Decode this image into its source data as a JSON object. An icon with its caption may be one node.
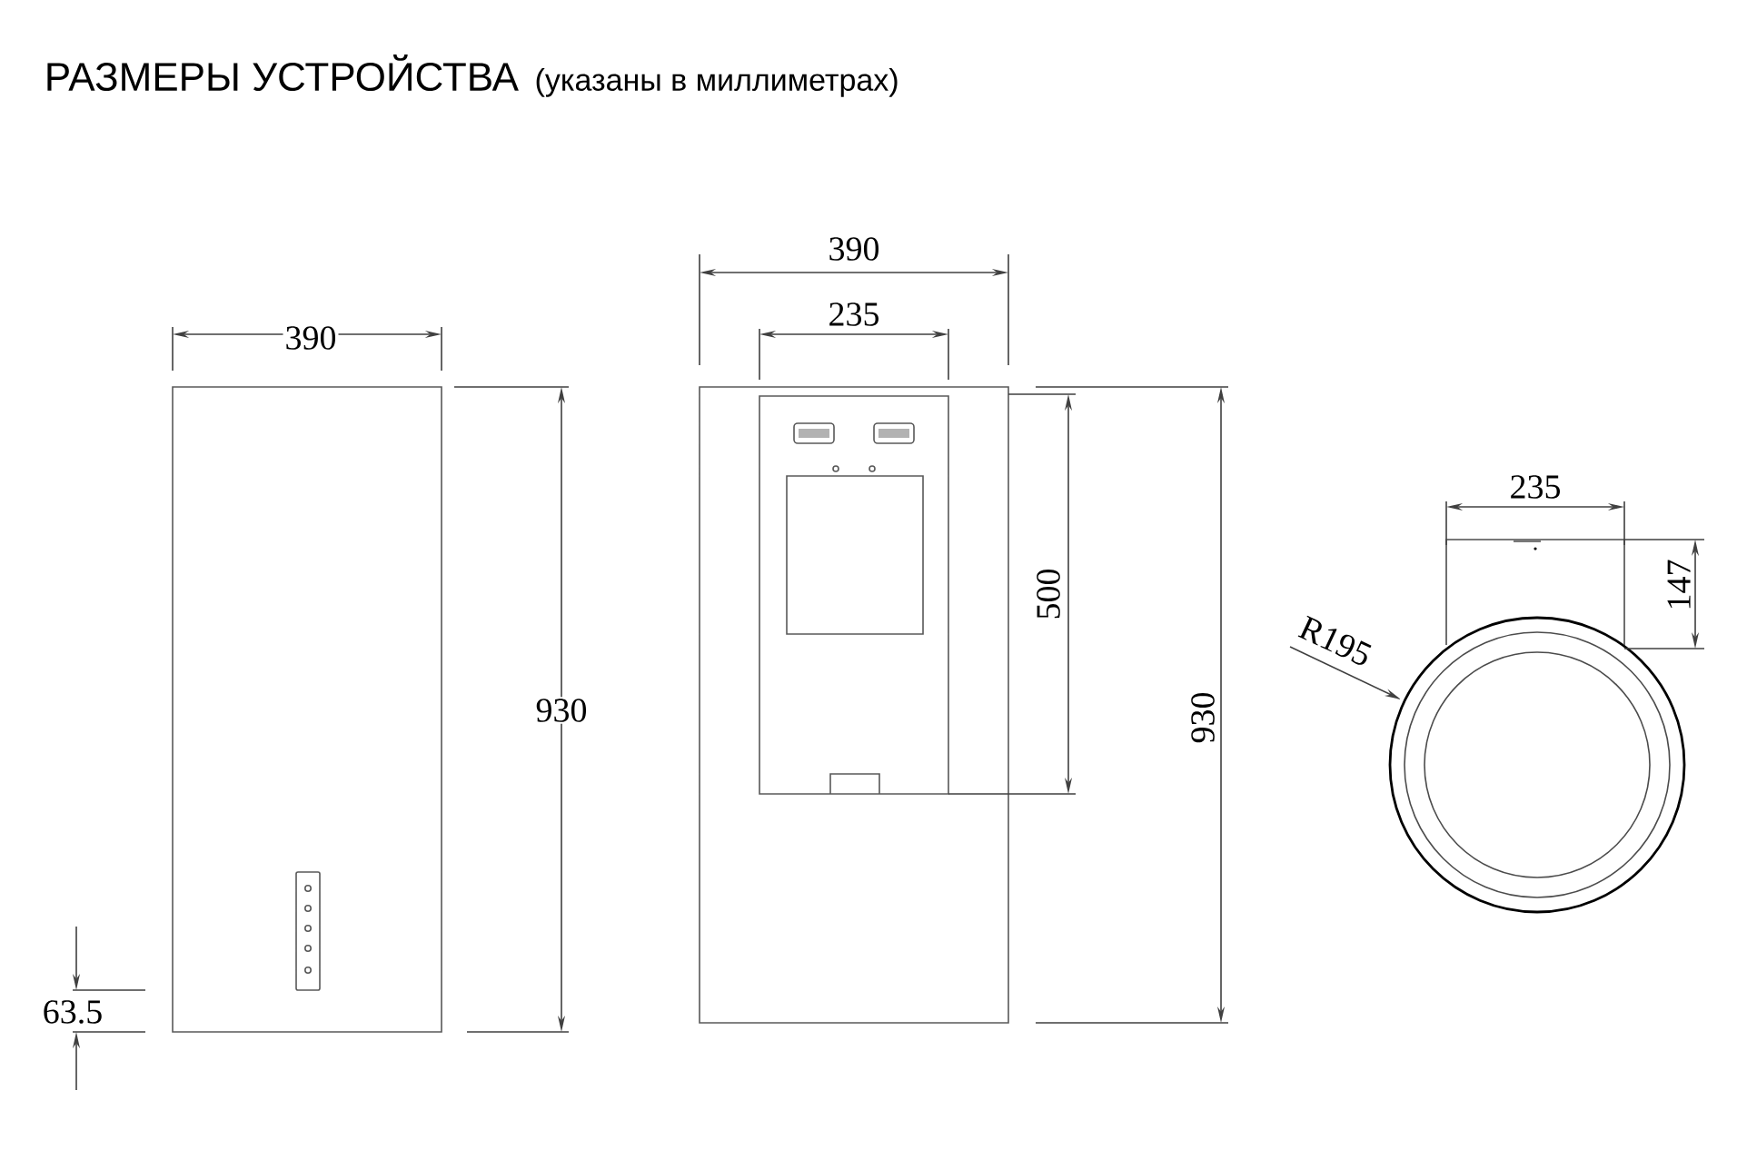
{
  "diagram": {
    "title": "РАЗМЕРЫ УСТРОЙСТВА",
    "labels": [
      "(указаны в миллиметрах)",
      "390",
      "930",
      "63.5",
      "390",
      "235",
      "500",
      "930",
      "235",
      "147",
      "R195"
    ]
  }
}
